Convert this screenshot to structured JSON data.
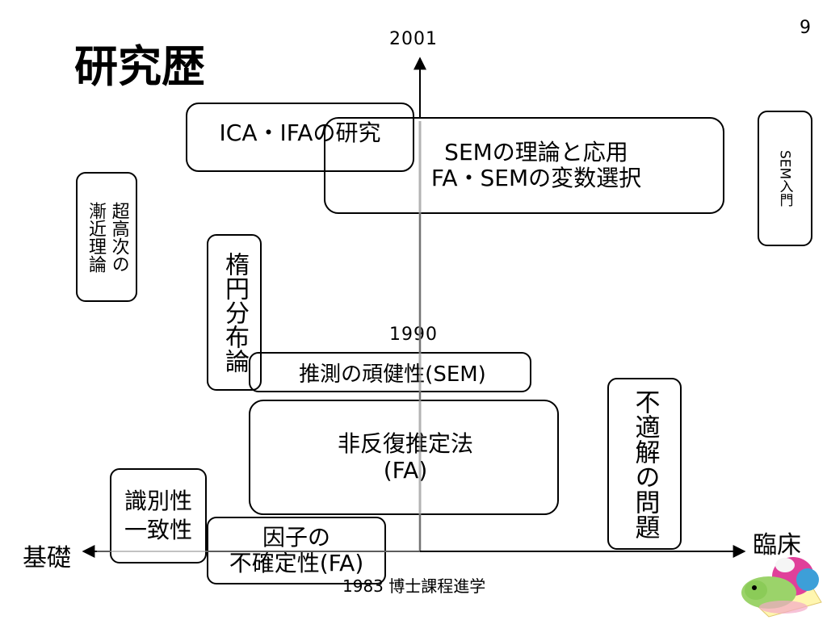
{
  "slide": {
    "title": "研究歴",
    "page_number": "9"
  },
  "axes": {
    "y_top_label": "2001",
    "y_mid_label": "1990",
    "y_bottom_label": "1983 博士課程進学",
    "x_left_label": "基礎",
    "x_right_label": "臨床"
  },
  "topics": {
    "ica_ifa": "ICA・IFAの研究",
    "sem_theory": "SEMの理論と応用\nFA・SEMの変数選択",
    "sem_intro": "SEM入門",
    "asymptotic": "超高次の\n漸近理論",
    "elliptical": "楕円分布論",
    "robustness": "推測の頑健性(SEM)",
    "noniterative": "非反復推定法\n(FA)",
    "improper": "不適解の問題",
    "identifiability": "識別性\n一致性",
    "indeterminacy": "因子の\n不確定性(FA)"
  },
  "colors": {
    "line": "#000000",
    "axis_gray": "#8c8c8c"
  }
}
